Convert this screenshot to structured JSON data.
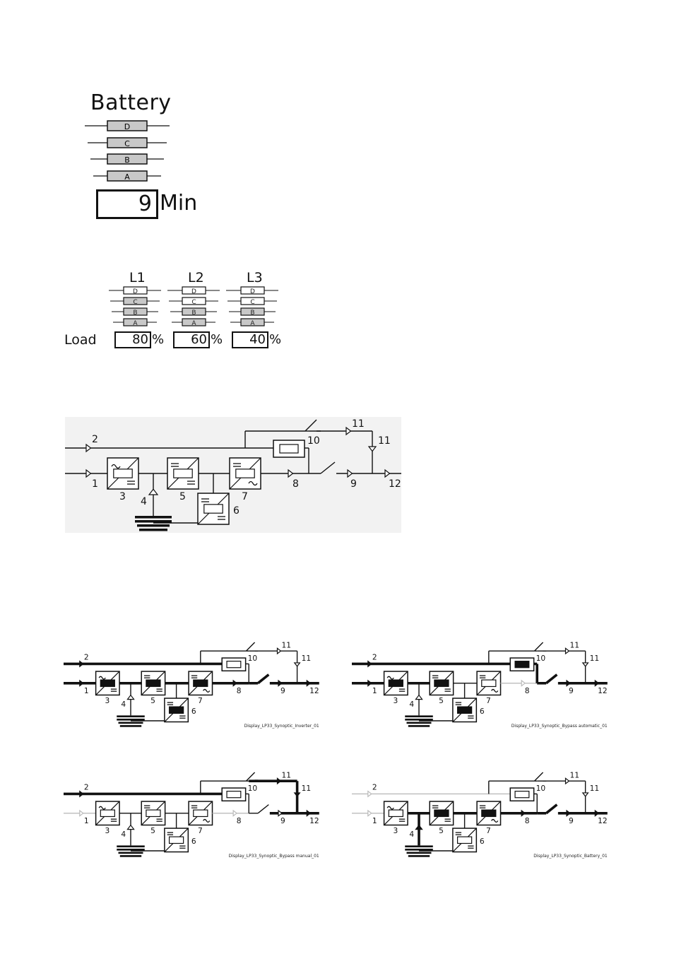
{
  "battery": {
    "title": "Battery",
    "bars": [
      "D",
      "C",
      "B",
      "A"
    ],
    "runtime_value": "9",
    "runtime_unit": "Min"
  },
  "load": {
    "label": "Load",
    "unit": "%",
    "phases": [
      {
        "name": "L1",
        "value": "80",
        "level": 0.8
      },
      {
        "name": "L2",
        "value": "60",
        "level": 0.6
      },
      {
        "name": "L3",
        "value": "40",
        "level": 0.4
      }
    ],
    "bars": [
      "D",
      "C",
      "B",
      "A"
    ]
  },
  "synoptic": {
    "labels": [
      "1",
      "2",
      "3",
      "4",
      "5",
      "6",
      "7",
      "8",
      "9",
      "10",
      "11",
      "12"
    ]
  },
  "small_diagrams": [
    {
      "caption": "Display_LP33_Synoptic_Inverter_01",
      "mode": "inverter"
    },
    {
      "caption": "Display_LP33_Synoptic_Bypass automatic_01",
      "mode": "bypass-auto"
    },
    {
      "caption": "Display_LP33_Synoptic_Bypass manual_01",
      "mode": "bypass-manual"
    },
    {
      "caption": "Display_LP33_Synoptic_Battery_01",
      "mode": "battery"
    }
  ],
  "colors": {
    "line": "#111111",
    "bar_fill": "#c8c8c8",
    "diagram_bg": "#f2f2f2",
    "inactive": "#bbbbbb"
  }
}
